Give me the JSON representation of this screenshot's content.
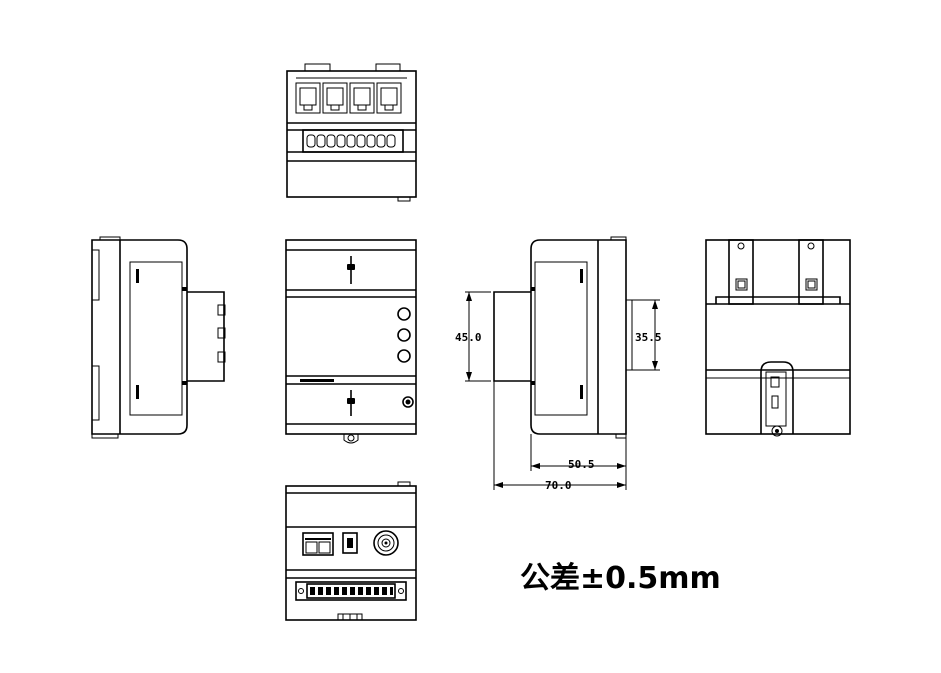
{
  "dimensions": {
    "depth_overall": "70.0",
    "depth_body": "50.5",
    "height_front": "45.0",
    "height_rear": "35.5"
  },
  "tolerance_note": "公差±0.5mm"
}
